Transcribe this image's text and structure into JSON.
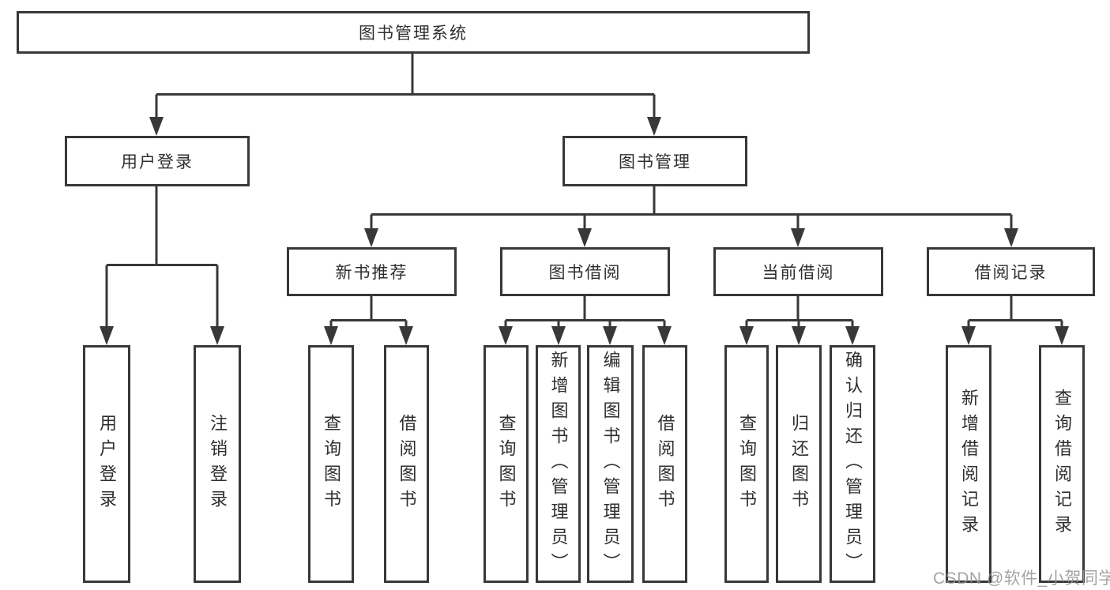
{
  "tree": {
    "label": "图书管理系统",
    "children": [
      {
        "label": "用户登录",
        "children": [
          {
            "label": "用户登录"
          },
          {
            "label": "注销登录"
          }
        ]
      },
      {
        "label": "图书管理",
        "children": [
          {
            "label": "新书推荐",
            "children": [
              {
                "label": "查询图书"
              },
              {
                "label": "借阅图书"
              }
            ]
          },
          {
            "label": "图书借阅",
            "children": [
              {
                "label": "查询图书"
              },
              {
                "label": "新增图书（管理员）"
              },
              {
                "label": "编辑图书（管理员）"
              },
              {
                "label": "借阅图书"
              }
            ]
          },
          {
            "label": "当前借阅",
            "children": [
              {
                "label": "查询图书"
              },
              {
                "label": "归还图书"
              },
              {
                "label": "确认归还（管理员）"
              }
            ]
          },
          {
            "label": "借阅记录",
            "children": [
              {
                "label": "新增借阅记录"
              },
              {
                "label": "查询借阅记录"
              }
            ]
          }
        ]
      }
    ]
  },
  "watermark": "CSDN @软件_小贺同学",
  "colors": {
    "line": "#383838",
    "box_background": "#ffffff",
    "text": "#2f2f2f",
    "watermark": "#949494"
  }
}
